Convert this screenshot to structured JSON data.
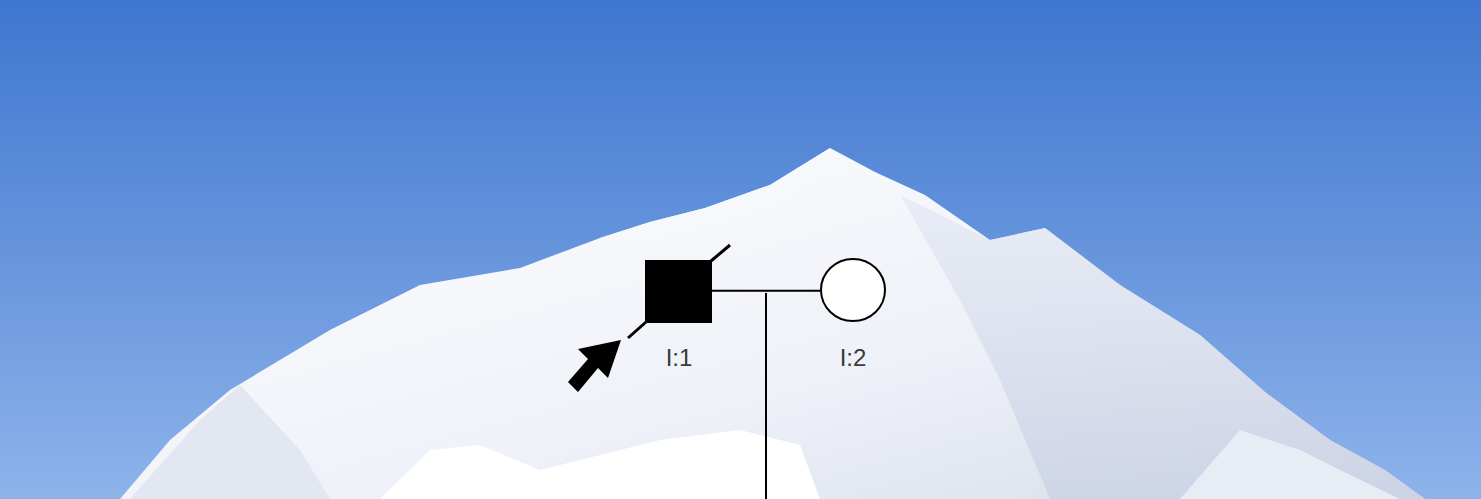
{
  "diagram": {
    "nodes": [
      {
        "text": [
          "I:1"
        ]
      },
      {
        "text": [
          "I:2"
        ]
      }
    ],
    "edges": [
      {
        "from": 0,
        "to": 1,
        "arrow": "none"
      }
    ]
  }
}
